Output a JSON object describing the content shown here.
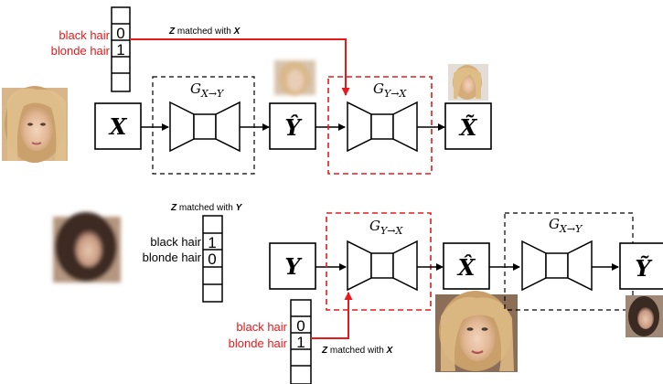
{
  "top": {
    "attr_labels": [
      "black hair",
      "blonde hair"
    ],
    "bits": [
      "0",
      "1"
    ],
    "caption_var": "Z",
    "caption_mid": " matched with ",
    "caption_target": "X",
    "input_var": "X",
    "gen1_main": "G",
    "gen1_sub": "X→Y",
    "mid_var": "Ŷ",
    "gen2_main": "G",
    "gen2_sub": "Y→X",
    "out_var": "X̃"
  },
  "bottom": {
    "attr_labels_upper": [
      "black hair",
      "blonde hair"
    ],
    "bits_upper": [
      "1",
      "0"
    ],
    "caption_upper_var": "Z",
    "caption_upper_mid": " matched with ",
    "caption_upper_target": "Y",
    "input_var": "Y",
    "gen1_main": "G",
    "gen1_sub": "Y→X",
    "mid_var": "X̂",
    "gen2_main": "G",
    "gen2_sub": "X→Y",
    "out_var": "Ỹ",
    "attr_labels_lower": [
      "black hair",
      "blonde hair"
    ],
    "bits_lower": [
      "0",
      "1"
    ],
    "caption_lower_var": "Z",
    "caption_lower_mid": " matched with ",
    "caption_lower_target": "X"
  },
  "colors": {
    "accent_red": "#e8191a",
    "stroke": "#000000",
    "blonde_hair": "#d9b98a",
    "dark_hair": "#3a2a22",
    "skin": "#e8c2a6"
  }
}
